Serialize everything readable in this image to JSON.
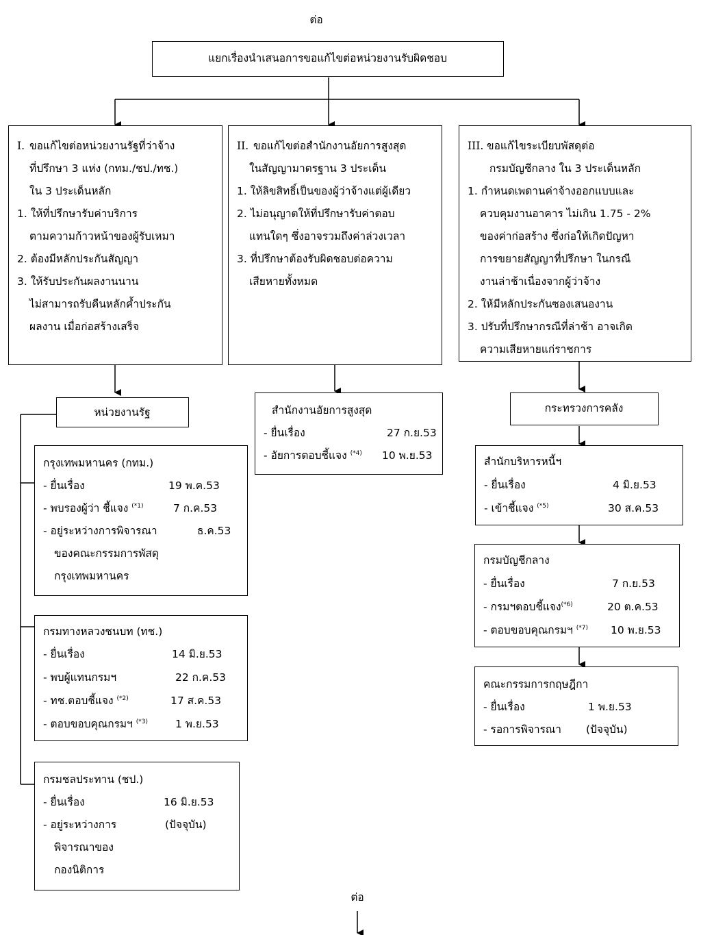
{
  "top": {
    "continued_top": "ต่อ",
    "root": "แยกเรื่องนำเสนอการขอแก้ไขต่อหน่วยงานรับผิดชอบ",
    "continued_bottom": "ต่อ"
  },
  "col1": {
    "num": "I.",
    "lines": [
      "ขอแก้ไขต่อหน่วยงานรัฐที่ว่าจ้าง",
      "ที่ปรึกษา 3 แห่ง (กทม./ชป./ทช.)",
      "ใน 3 ประเด็นหลัก",
      "1. ให้ที่ปรึกษารับค่าบริการ",
      "ตามความก้าวหน้าของผู้รับเหมา",
      "2. ต้องมีหลักประกันสัญญา",
      "3. ให้รับประกันผลงานนาน",
      "ไม่สามารถรับคืนหลักค้ำประกัน",
      "ผลงาน เมื่อก่อสร้างเสร็จ"
    ],
    "agency": "หน่วยงานรัฐ",
    "bma": {
      "title": "กรุงเทพมหานคร (กทม.)",
      "r1_label": "- ยื่นเรื่อง",
      "r1_date": "19 พ.ค.53",
      "r2_label": "- พบรองผู้ว่า ชี้แจง",
      "r2_note": "(*1)",
      "r2_date": "7 ก.ค.53",
      "r3_label": "- อยู่ระหว่างการพิจารณา",
      "r3_date": "ธ.ค.53",
      "r4": "ของคณะกรรมการพัสดุ",
      "r5": "กรุงเทพมหานคร"
    },
    "drr": {
      "title": "กรมทางหลวงชนบท (ทช.)",
      "r1_label": "- ยื่นเรื่อง",
      "r1_date": "14 มิ.ย.53",
      "r2_label": "- พบผู้แทนกรมฯ",
      "r2_date": "22 ก.ค.53",
      "r3_label": "- ทช.ตอบชี้แจง",
      "r3_note": "(*2)",
      "r3_date": "17 ส.ค.53",
      "r4_label": "- ตอบขอบคุณกรมฯ",
      "r4_note": "(*3)",
      "r4_date": "1 พ.ย.53"
    },
    "rid": {
      "title": "กรมชลประทาน (ชป.)",
      "r1_label": "- ยื่นเรื่อง",
      "r1_date": "16 มิ.ย.53",
      "r2_label": "- อยู่ระหว่างการ",
      "r2_status": "(ปัจจุบัน)",
      "r3": "พิจารณาของ",
      "r4": "กองนิติการ"
    }
  },
  "col2": {
    "num": "II.",
    "lines": [
      "ขอแก้ไขต่อสำนักงานอัยการสูงสุด",
      "ในสัญญามาตรฐาน 3 ประเด็น",
      "1. ให้ลิขสิทธิ์เป็นของผู้ว่าจ้างแต่ผู้เดียว",
      "2. ไม่อนุญาตให้ที่ปรึกษารับค่าตอบ",
      "แทนใดๆ ซึ่งอาจรวมถึงค่าล่วงเวลา",
      "3. ที่ปรึกษาต้องรับผิดชอบต่อความ",
      "เสียหายทั้งหมด"
    ],
    "oag": {
      "title": "สำนักงานอัยการสูงสุด",
      "r1_label": "- ยื่นเรื่อง",
      "r1_date": "27 ก.ย.53",
      "r2_label": "- อัยการตอบชี้แจง",
      "r2_note": "(*4)",
      "r2_date": "10 พ.ย.53"
    }
  },
  "col3": {
    "num": "III.",
    "lines": [
      "ขอแก้ไขระเบียบพัสดุต่อ",
      "กรมบัญชีกลาง ใน 3 ประเด็นหลัก",
      "1. กำหนดเพดานค่าจ้างออกแบบและ",
      "ควบคุมงานอาคาร ไม่เกิน 1.75 - 2%",
      "ของค่าก่อสร้าง ซึ่งก่อให้เกิดปัญหา",
      "การขยายสัญญาที่ปรึกษา ในกรณี",
      "งานล่าช้าเนื่องจากผู้ว่าจ้าง",
      "2. ให้มีหลักประกันซองเสนองาน",
      "3. ปรับที่ปรึกษากรณีที่ล่าช้า อาจเกิด",
      "ความเสียหายแก่ราชการ"
    ],
    "mof": "กระทรวงการคลัง",
    "pdmo": {
      "title": "สำนักบริหารหนี้ฯ",
      "r1_label": "- ยื่นเรื่อง",
      "r1_date": "4 มิ.ย.53",
      "r2_label": "- เข้าชี้แจง",
      "r2_note": "(*5)",
      "r2_date": "30 ส.ค.53"
    },
    "cgd": {
      "title": "กรมบัญชีกลาง",
      "r1_label": "- ยื่นเรื่อง",
      "r1_date": "7 ก.ย.53",
      "r2_label": "- กรมฯตอบชี้แจง",
      "r2_note": "(*6)",
      "r2_date": "20 ต.ค.53",
      "r3_label": "- ตอบขอบคุณกรมฯ",
      "r3_note": "(*7)",
      "r3_date": "10 พ.ย.53"
    },
    "council": {
      "title": "คณะกรรมการกฤษฎีกา",
      "r1_label": "- ยื่นเรื่อง",
      "r1_date": "1 พ.ย.53",
      "r2_label": "- รอการพิจารณา",
      "r2_status": "(ปัจจุบัน)"
    }
  }
}
